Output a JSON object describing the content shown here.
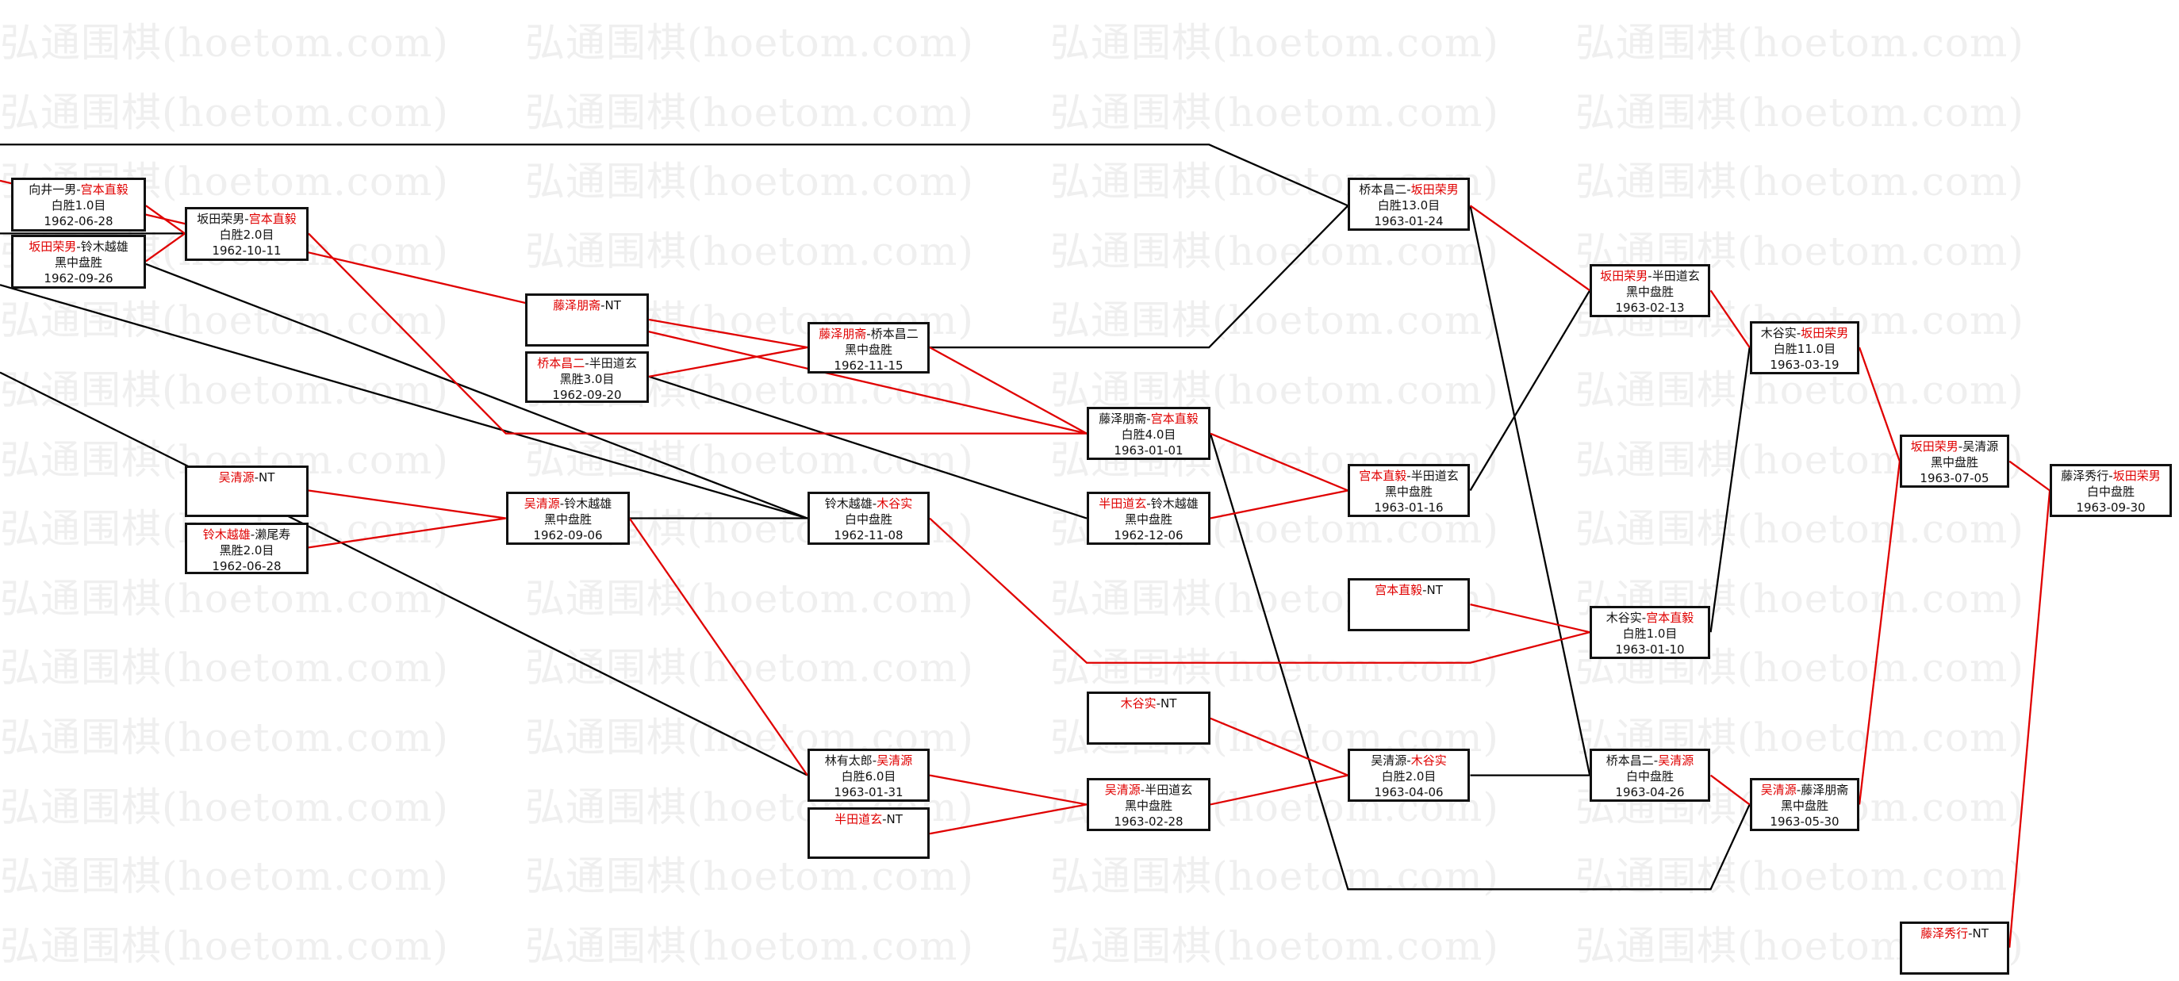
{
  "watermark": "弘通围棋(hoetom.com)",
  "colors": {
    "winner": "#e00000",
    "line_win": "#e00000",
    "line_other": "#000000"
  },
  "games": [
    {
      "p1": "向井一男",
      "p2": "宫本直毅",
      "winner": 2,
      "result": "白胜1.0目",
      "date": "1962-06-28"
    },
    {
      "p1": "坂田荣男",
      "p2": "铃木越雄",
      "winner": 1,
      "result": "黑中盘胜",
      "date": "1962-09-26"
    },
    {
      "p1": "坂田荣男",
      "p2": "宫本直毅",
      "winner": 2,
      "result": "白胜2.0目",
      "date": "1962-10-11"
    },
    {
      "p1": "吴清源",
      "p2": "NT",
      "winner": 1,
      "result": "",
      "date": ""
    },
    {
      "p1": "铃木越雄",
      "p2": "濑尾寿",
      "winner": 1,
      "result": "黑胜2.0目",
      "date": "1962-06-28"
    },
    {
      "p1": "藤泽朋斋",
      "p2": "NT",
      "winner": 1,
      "result": "",
      "date": ""
    },
    {
      "p1": "桥本昌二",
      "p2": "半田道玄",
      "winner": 1,
      "result": "黑胜3.0目",
      "date": "1962-09-20"
    },
    {
      "p1": "吴清源",
      "p2": "铃木越雄",
      "winner": 1,
      "result": "黑中盘胜",
      "date": "1962-09-06"
    },
    {
      "p1": "藤泽朋斋",
      "p2": "桥本昌二",
      "winner": 1,
      "result": "黑中盘胜",
      "date": "1962-11-15"
    },
    {
      "p1": "铃木越雄",
      "p2": "木谷实",
      "winner": 2,
      "result": "白中盘胜",
      "date": "1962-11-08"
    },
    {
      "p1": "林有太郎",
      "p2": "吴清源",
      "winner": 2,
      "result": "白胜6.0目",
      "date": "1963-01-31"
    },
    {
      "p1": "半田道玄",
      "p2": "NT",
      "winner": 1,
      "result": "",
      "date": ""
    },
    {
      "p1": "藤泽朋斋",
      "p2": "宫本直毅",
      "winner": 2,
      "result": "白胜4.0目",
      "date": "1963-01-01"
    },
    {
      "p1": "半田道玄",
      "p2": "铃木越雄",
      "winner": 1,
      "result": "黑中盘胜",
      "date": "1962-12-06"
    },
    {
      "p1": "木谷实",
      "p2": "NT",
      "winner": 1,
      "result": "",
      "date": ""
    },
    {
      "p1": "吴清源",
      "p2": "半田道玄",
      "winner": 1,
      "result": "黑中盘胜",
      "date": "1963-02-28"
    },
    {
      "p1": "桥本昌二",
      "p2": "坂田荣男",
      "winner": 2,
      "result": "白胜13.0目",
      "date": "1963-01-24"
    },
    {
      "p1": "宫本直毅",
      "p2": "半田道玄",
      "winner": 1,
      "result": "黑中盘胜",
      "date": "1963-01-16"
    },
    {
      "p1": "宫本直毅",
      "p2": "NT",
      "winner": 1,
      "result": "",
      "date": ""
    },
    {
      "p1": "吴清源",
      "p2": "木谷实",
      "winner": 2,
      "result": "白胜2.0目",
      "date": "1963-04-06"
    },
    {
      "p1": "坂田荣男",
      "p2": "半田道玄",
      "winner": 1,
      "result": "黑中盘胜",
      "date": "1963-02-13"
    },
    {
      "p1": "木谷实",
      "p2": "宫本直毅",
      "winner": 2,
      "result": "白胜1.0目",
      "date": "1963-01-10"
    },
    {
      "p1": "桥本昌二",
      "p2": "吴清源",
      "winner": 2,
      "result": "白中盘胜",
      "date": "1963-04-26"
    },
    {
      "p1": "木谷实",
      "p2": "坂田荣男",
      "winner": 2,
      "result": "白胜11.0目",
      "date": "1963-03-19"
    },
    {
      "p1": "吴清源",
      "p2": "藤泽朋斋",
      "winner": 1,
      "result": "黑中盘胜",
      "date": "1963-05-30"
    },
    {
      "p1": "坂田荣男",
      "p2": "吴清源",
      "winner": 1,
      "result": "黑中盘胜",
      "date": "1963-07-05"
    },
    {
      "p1": "藤泽秀行",
      "p2": "NT",
      "winner": 1,
      "result": "",
      "date": ""
    },
    {
      "p1": "藤泽秀行",
      "p2": "坂田荣男",
      "winner": 2,
      "result": "白中盘胜",
      "date": "1963-09-30"
    }
  ]
}
